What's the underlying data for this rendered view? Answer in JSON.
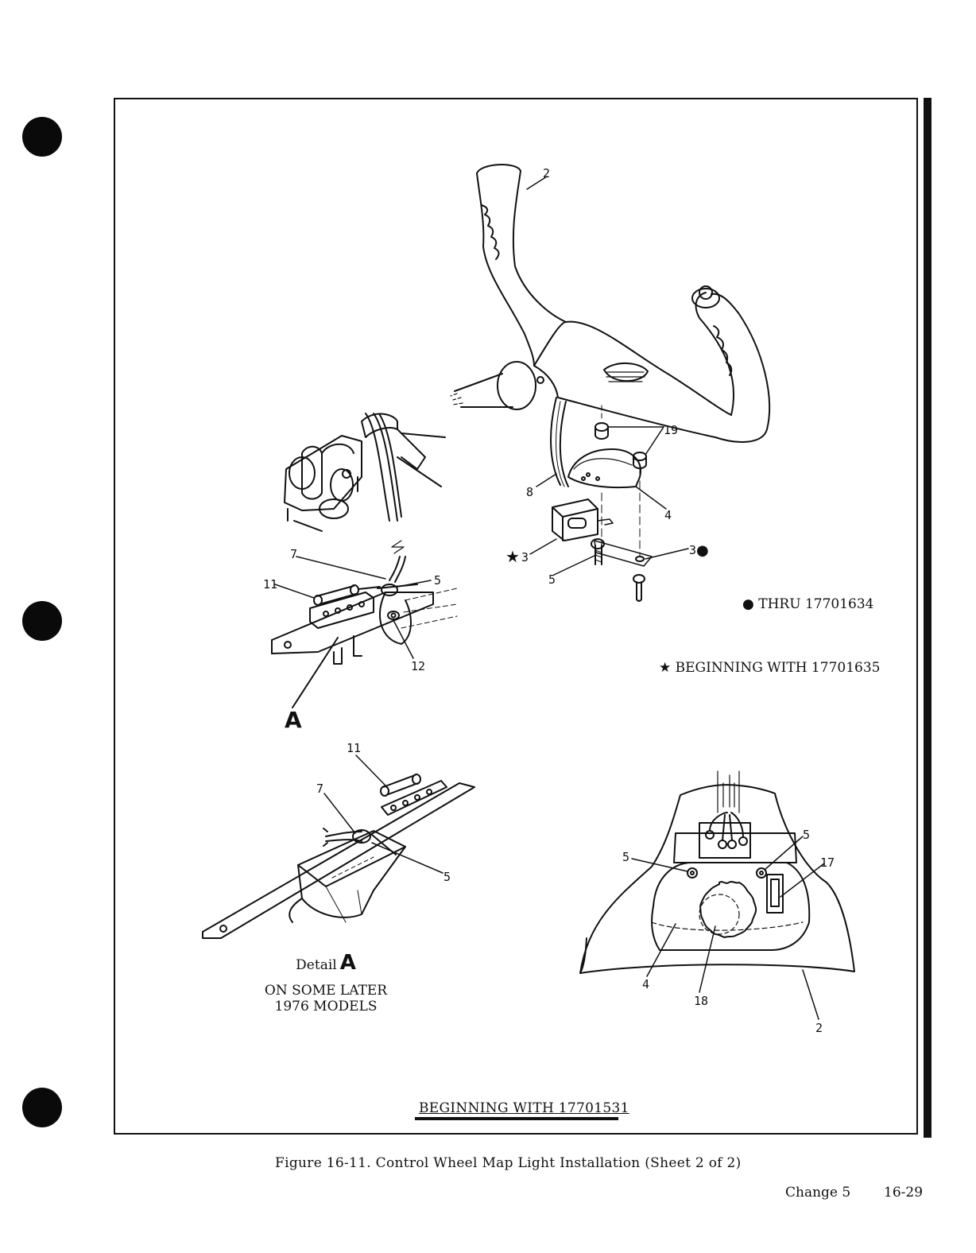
{
  "legend": {
    "thru_note": "THRU 17701634",
    "beginning_note": "BEGINNING WITH 17701635"
  },
  "callouts": {
    "main": [
      "2",
      "19",
      "8",
      "4",
      "3",
      "3",
      "5"
    ],
    "detail_upper": [
      "7",
      "11",
      "5",
      "12"
    ],
    "detail_lower": [
      "11",
      "7",
      "5"
    ],
    "wheel_back": [
      "5",
      "5",
      "17",
      "4",
      "18",
      "2"
    ],
    "detail_marker": "A"
  },
  "detail": {
    "word": "Detail",
    "letter": "A",
    "note_line1": "ON SOME LATER",
    "note_line2": "1976 MODELS"
  },
  "effectivity": "BEGINNING WITH 17701531",
  "caption": "Figure 16-11.  Control Wheel Map Light Installation (Sheet 2 of 2)",
  "footer": {
    "change": "Change 5",
    "page": "16-29"
  },
  "symbols": {
    "dot": "●",
    "star": "★"
  }
}
